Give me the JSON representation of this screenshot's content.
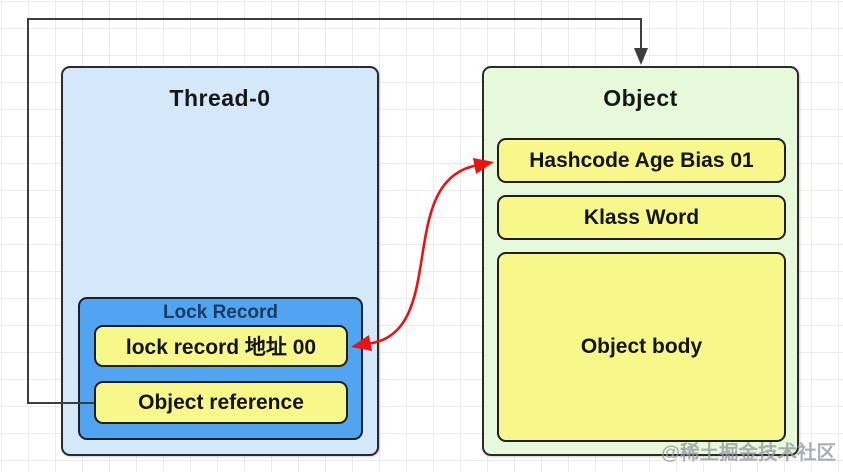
{
  "thread_box": {
    "title": "Thread-0",
    "lock_record": {
      "title": "Lock Record",
      "fields": [
        {
          "label": "lock record 地址 00"
        },
        {
          "label": "Object reference"
        }
      ]
    }
  },
  "object_box": {
    "title": "Object",
    "fields": [
      {
        "label": "Hashcode Age Bias 01"
      },
      {
        "label": "Klass Word"
      },
      {
        "label": "Object body"
      }
    ]
  },
  "arrows": [
    {
      "name": "object-reference-to-object",
      "from": "Object reference",
      "to": "Object",
      "color": "#3d3d3d",
      "bidirectional": false
    },
    {
      "name": "lock-record-address-to-mark-word",
      "from": "lock record 地址 00",
      "to": "Hashcode Age Bias 01",
      "color": "#ec1212",
      "bidirectional": true
    }
  ],
  "watermark": "@稀土掘金技术社区",
  "colors": {
    "thread_box_fill": "#d4e8fa",
    "object_box_fill": "#e6f9da",
    "lock_record_fill": "#50a4f0",
    "field_fill": "#f7f78a",
    "box_border": "#2b2b2b",
    "connector_black": "#3d3d3d",
    "connector_red": "#ec1212",
    "grid_line": "#ebebeb"
  }
}
